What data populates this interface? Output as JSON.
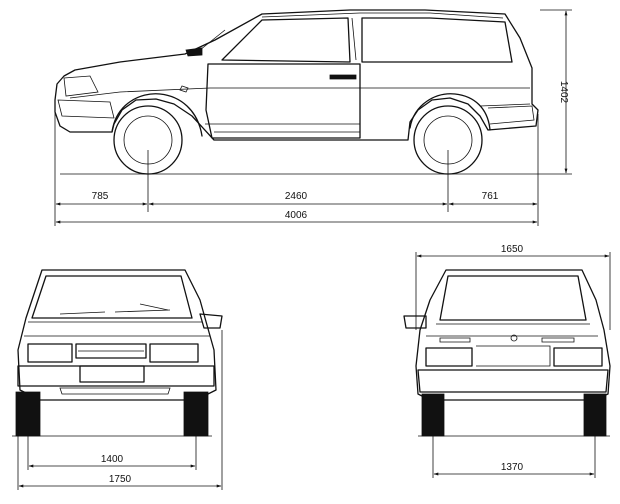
{
  "dimensions": {
    "front_overhang": "785",
    "wheelbase": "2460",
    "rear_overhang": "761",
    "overall_length": "4006",
    "height": "1402",
    "front_track": "1400",
    "overall_width": "1750",
    "rear_width": "1650",
    "rear_track": "1370"
  },
  "colors": {
    "line": "#111111",
    "background": "#ffffff"
  }
}
